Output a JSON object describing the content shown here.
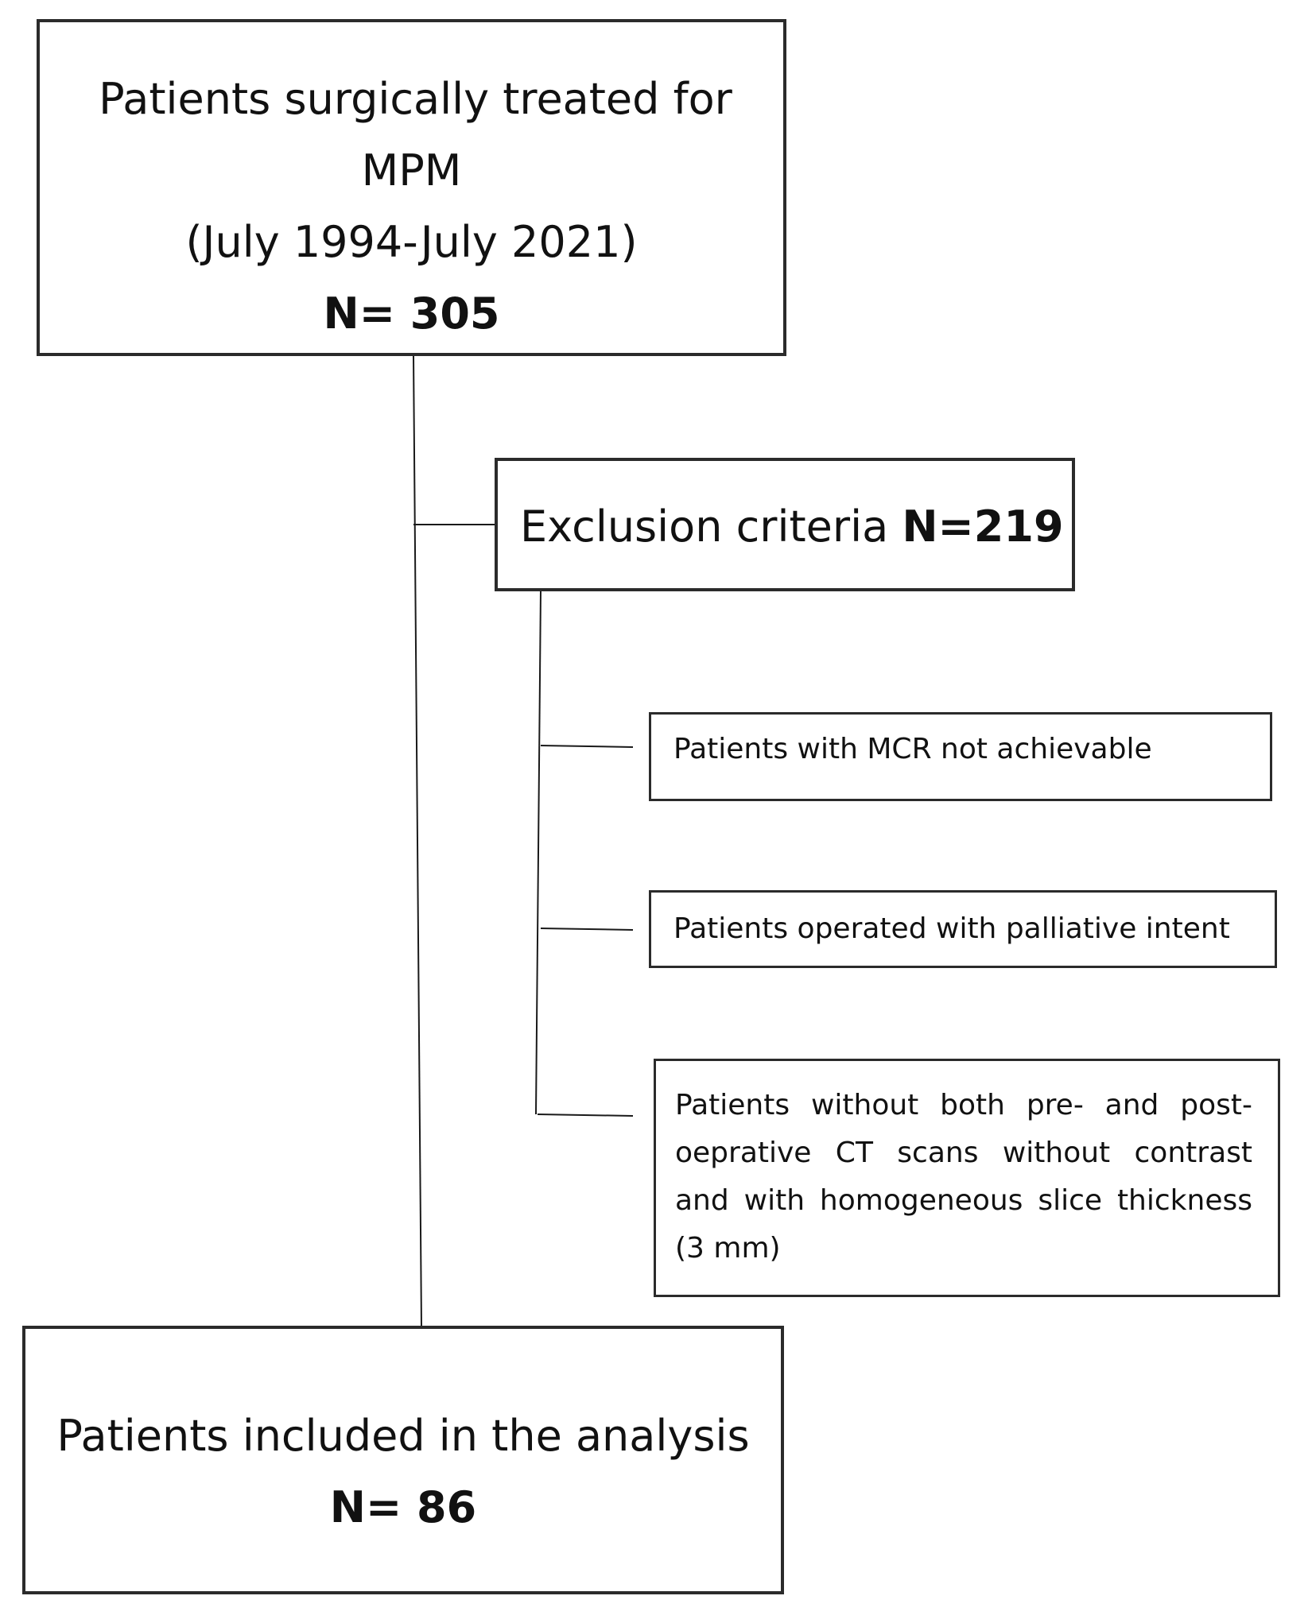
{
  "top_box": {
    "line1": "Patients  surgically treated for",
    "line2": "MPM",
    "line3": "(July 1994-July 2021)",
    "count": "N= 305"
  },
  "exclusion_box": {
    "label": "Exclusion criteria ",
    "count": "N=219"
  },
  "criteria": [
    {
      "text": "Patients with MCR not achievable"
    },
    {
      "text": "Patients operated with palliative intent"
    },
    {
      "text": "Patients without  both  pre- and post-oeprative CT scans without contrast and with homogeneous slice thickness (3 mm)"
    }
  ],
  "result_box": {
    "label": "Patients included in the analysis",
    "count": "N= 86"
  },
  "colors": {
    "stroke": "#2b2b2b",
    "background": "#ffffff",
    "text": "#111111"
  }
}
